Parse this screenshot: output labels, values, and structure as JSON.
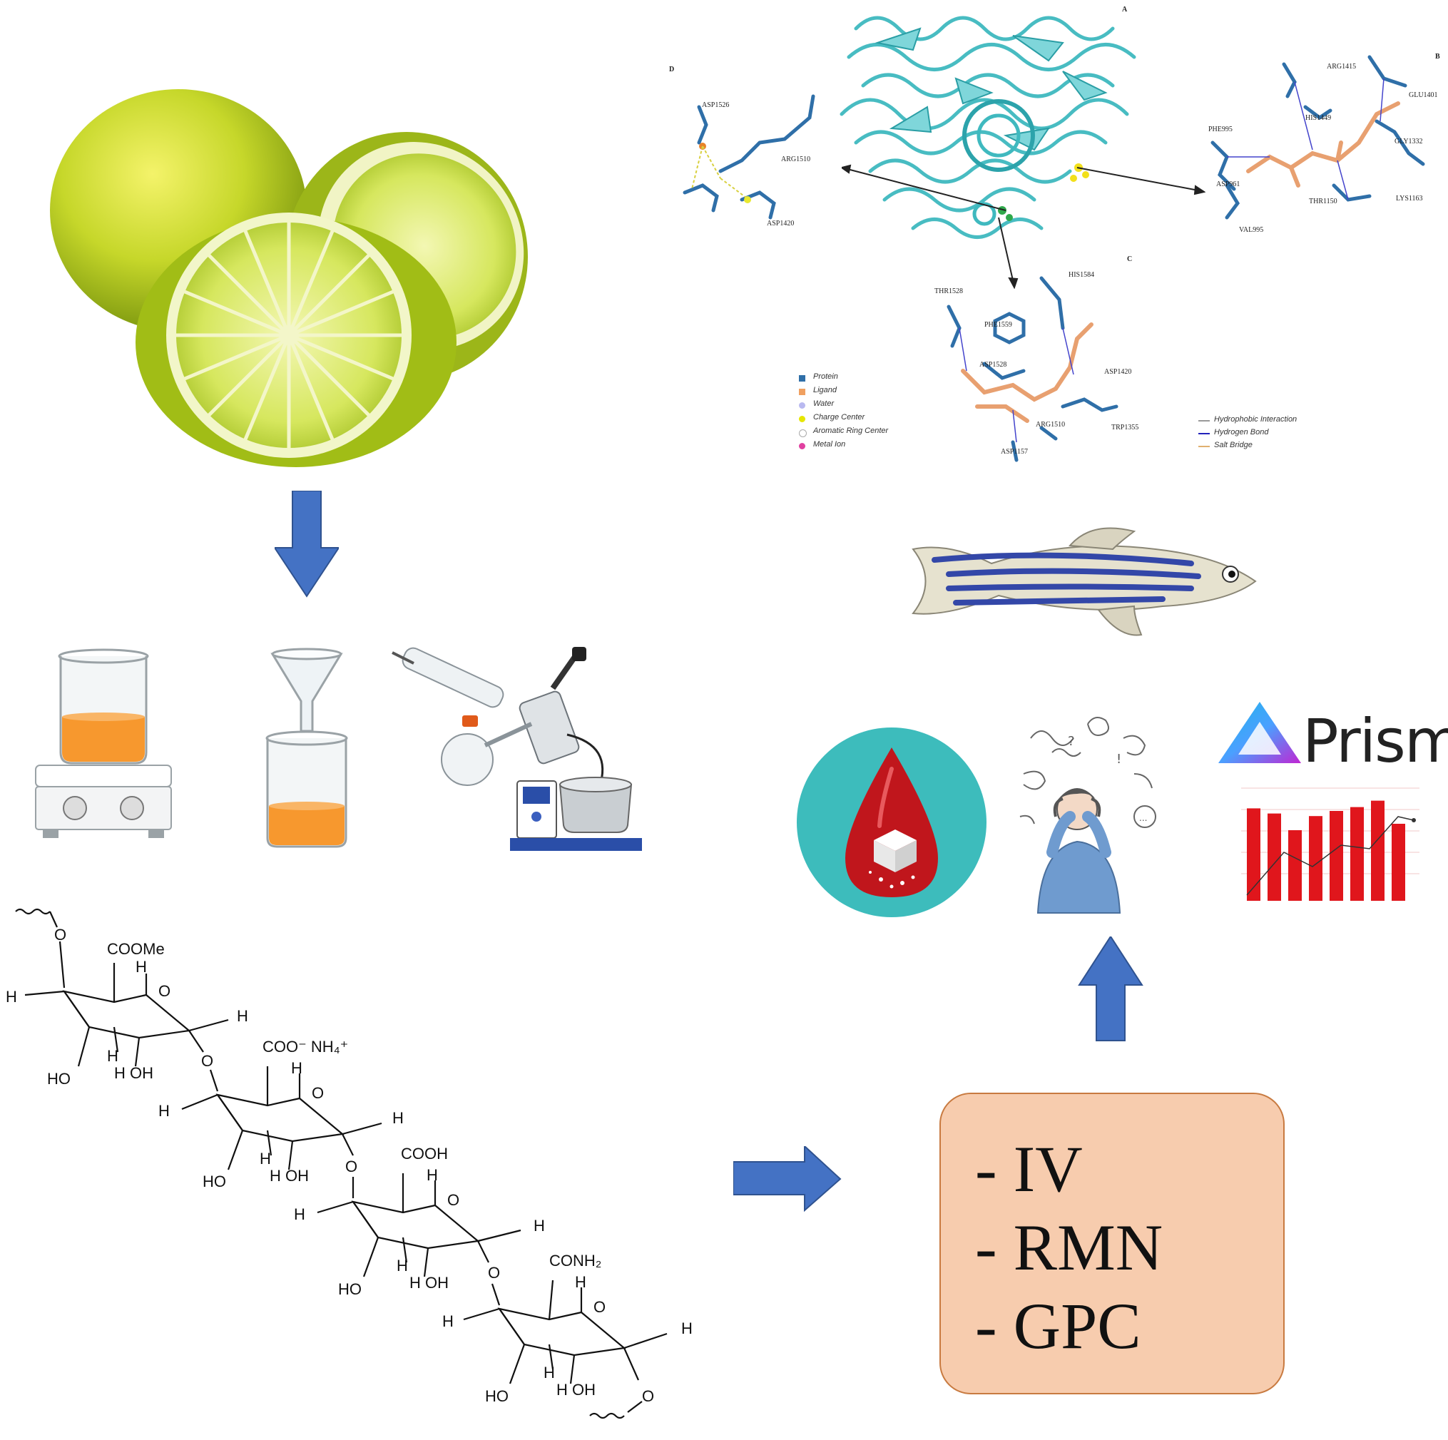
{
  "protein_panel": {
    "panel_labels": [
      "A",
      "B",
      "C",
      "D"
    ],
    "residues_B": [
      "ARG1415",
      "GLU1401",
      "PHE995",
      "HIS1449",
      "GLY1332",
      "ASP961",
      "THR1150",
      "LYS1163",
      "VAL995"
    ],
    "residues_C": [
      "HIS1584",
      "THR1528",
      "PHE1559",
      "ASP1528",
      "ASP1420",
      "ARG1510",
      "TRP1355",
      "ASP1157"
    ],
    "residues_D": [
      "ASP1526",
      "ARG1510",
      "ASP1420"
    ],
    "legend_left": [
      {
        "label": "Protein",
        "color": "#2f6fa8"
      },
      {
        "label": "Ligand",
        "color": "#f0a060"
      },
      {
        "label": "Water",
        "color": "#b9b9f0"
      },
      {
        "label": "Charge Center",
        "color": "#e6e600"
      },
      {
        "label": "Aromatic Ring Center",
        "color": "#ffffff"
      },
      {
        "label": "Metal Ion",
        "color": "#e040a0"
      }
    ],
    "legend_right": [
      {
        "label": "Hydrophobic Interaction",
        "color": "#999999"
      },
      {
        "label": "Hydrogen Bond",
        "color": "#2222bb"
      },
      {
        "label": "Salt Bridge",
        "color": "#e0b070"
      }
    ]
  },
  "structure": {
    "groups": [
      "COOMe",
      "COO⁻ NH₄⁺",
      "COOH",
      "CONH₂"
    ],
    "atoms": {
      "H": "H",
      "O": "O",
      "HO": "HO",
      "OH": "OH",
      "HOH": "H OH"
    }
  },
  "analysis": {
    "items": [
      "- IV",
      "- RMN",
      "- GPC"
    ]
  },
  "prism": {
    "logo_text": "Prism",
    "bars": [
      0.72,
      0.68,
      0.55,
      0.66,
      0.7,
      0.73,
      0.78,
      0.6
    ]
  },
  "colors": {
    "arrow_blue": "#4472c4",
    "box_fill": "#f7ccae",
    "box_border": "#c87a40",
    "teal": "#3dbcbc",
    "blood_red": "#c0161c",
    "bar_red": "#e0161c",
    "lime": "#b5d12a",
    "beaker_orange": "#f7982e"
  }
}
